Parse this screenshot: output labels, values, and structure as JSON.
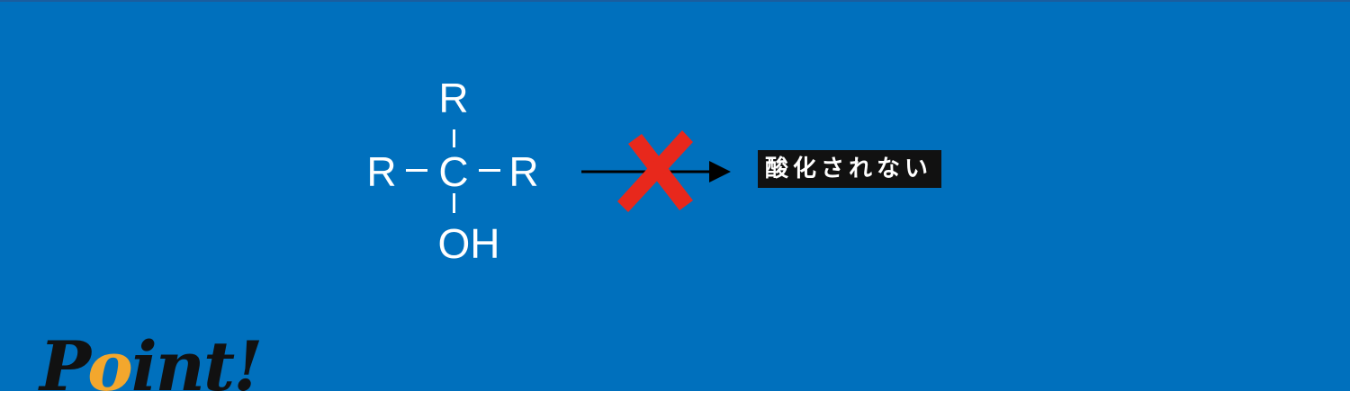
{
  "molecule": {
    "top": "R",
    "left": "R",
    "center": "C",
    "right": "R",
    "bottom": "OH"
  },
  "result": {
    "label": "酸化されない"
  },
  "badge": {
    "text_prefix": "P",
    "text_highlight": "o",
    "text_suffix": "int!"
  },
  "colors": {
    "banner": "#0070bd",
    "cross": "#e8281c",
    "badge_highlight": "#f3a72d"
  },
  "icons": {
    "cross": "cross-mark-icon",
    "arrow": "arrow-right-icon"
  }
}
